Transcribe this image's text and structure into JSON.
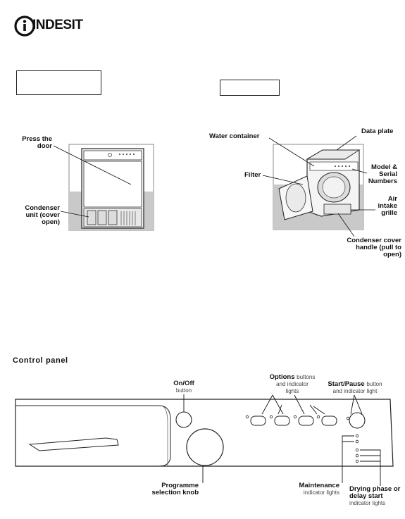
{
  "brand": {
    "name": "INDESIT",
    "logo_icon": "indesit-i-logo"
  },
  "top_boxes": {
    "left_box_text": "",
    "right_box_text": ""
  },
  "front_view": {
    "press_door_label": "Press the\ndoor",
    "condenser_label": "Condenser\nunit (cover\nopen)"
  },
  "back_view": {
    "water_container_label": "Water container",
    "data_plate_label": "Data plate",
    "filter_label": "Filter",
    "model_serial_label": "Model &\nSerial\nNumbers",
    "air_intake_label": "Air\nintake\ngrille",
    "condenser_cover_label": "Condenser cover\nhandle (pull to\nopen)"
  },
  "control_panel": {
    "title": "Control panel",
    "onoff_bold": "On/Off",
    "onoff_sub": "button",
    "options_bold": "Options",
    "options_sub_inline": "buttons",
    "options_sub_lines": "and indicator\nlights",
    "startpause_bold": "Start/Pause",
    "startpause_sub_inline": "button",
    "startpause_sub_lines": "and indicator light",
    "programme_label": "Programme\nselection knob",
    "maintenance_bold": "Maintenance",
    "maintenance_sub": "indicator lights",
    "drying_bold": "Drying phase or\ndelay start",
    "drying_sub": "indicator lights"
  }
}
